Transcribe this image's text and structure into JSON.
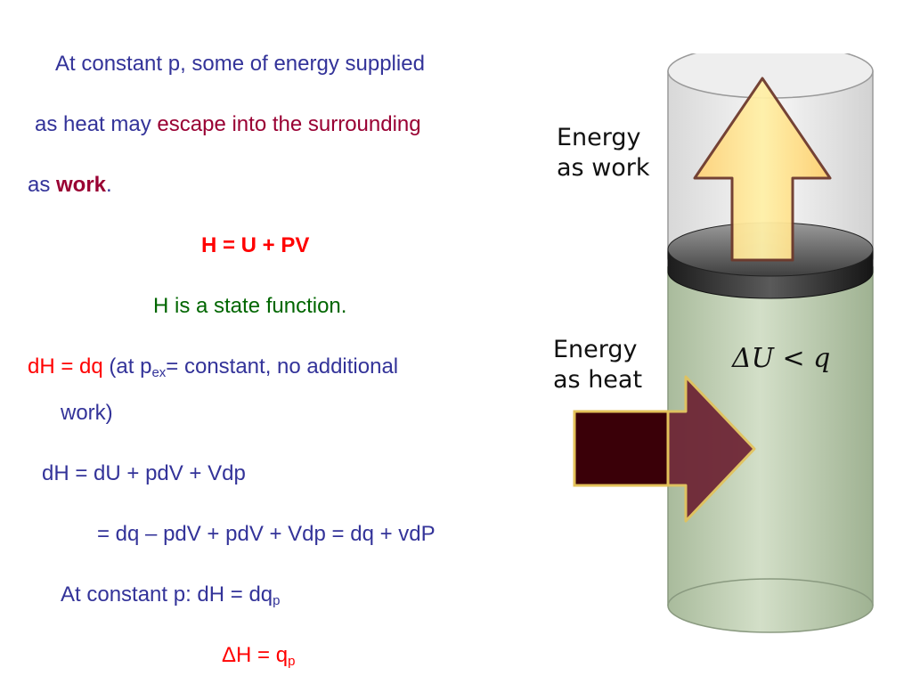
{
  "text": {
    "l1": "At constant p, some of energy supplied",
    "l2a": "as heat may ",
    "l2b": "escape into the surrounding",
    "l3a": "as ",
    "l3b": "work",
    "l3c": ".",
    "l4": "H = U + PV",
    "l5": "H is a state function.",
    "l6a": "dH = dq",
    "l6b": " (at p",
    "l6sub": "ex",
    "l6c": "= constant, no additional",
    "l7": "work)",
    "l8": "dH = dU + pdV + Vdp",
    "l9": "= dq – pdV + pdV + Vdp = dq + vdP",
    "l10a": "At constant p: dH = dq",
    "l10sub": "p",
    "l11a": "ΔH = q",
    "l11sub": "p"
  },
  "figure": {
    "label_work_1": "Energy",
    "label_work_2": "as work",
    "label_heat_1": "Energy",
    "label_heat_2": "as heat",
    "inequality": "ΔU < q"
  },
  "colors": {
    "body_text": "#333399",
    "equation_red": "#ff0000",
    "emphasis_maroon": "#990033",
    "state_green": "#006600",
    "work_arrow": "#ffe680",
    "heat_arrow": "#5a0a14",
    "cylinder_body": "#c4d2b8"
  }
}
